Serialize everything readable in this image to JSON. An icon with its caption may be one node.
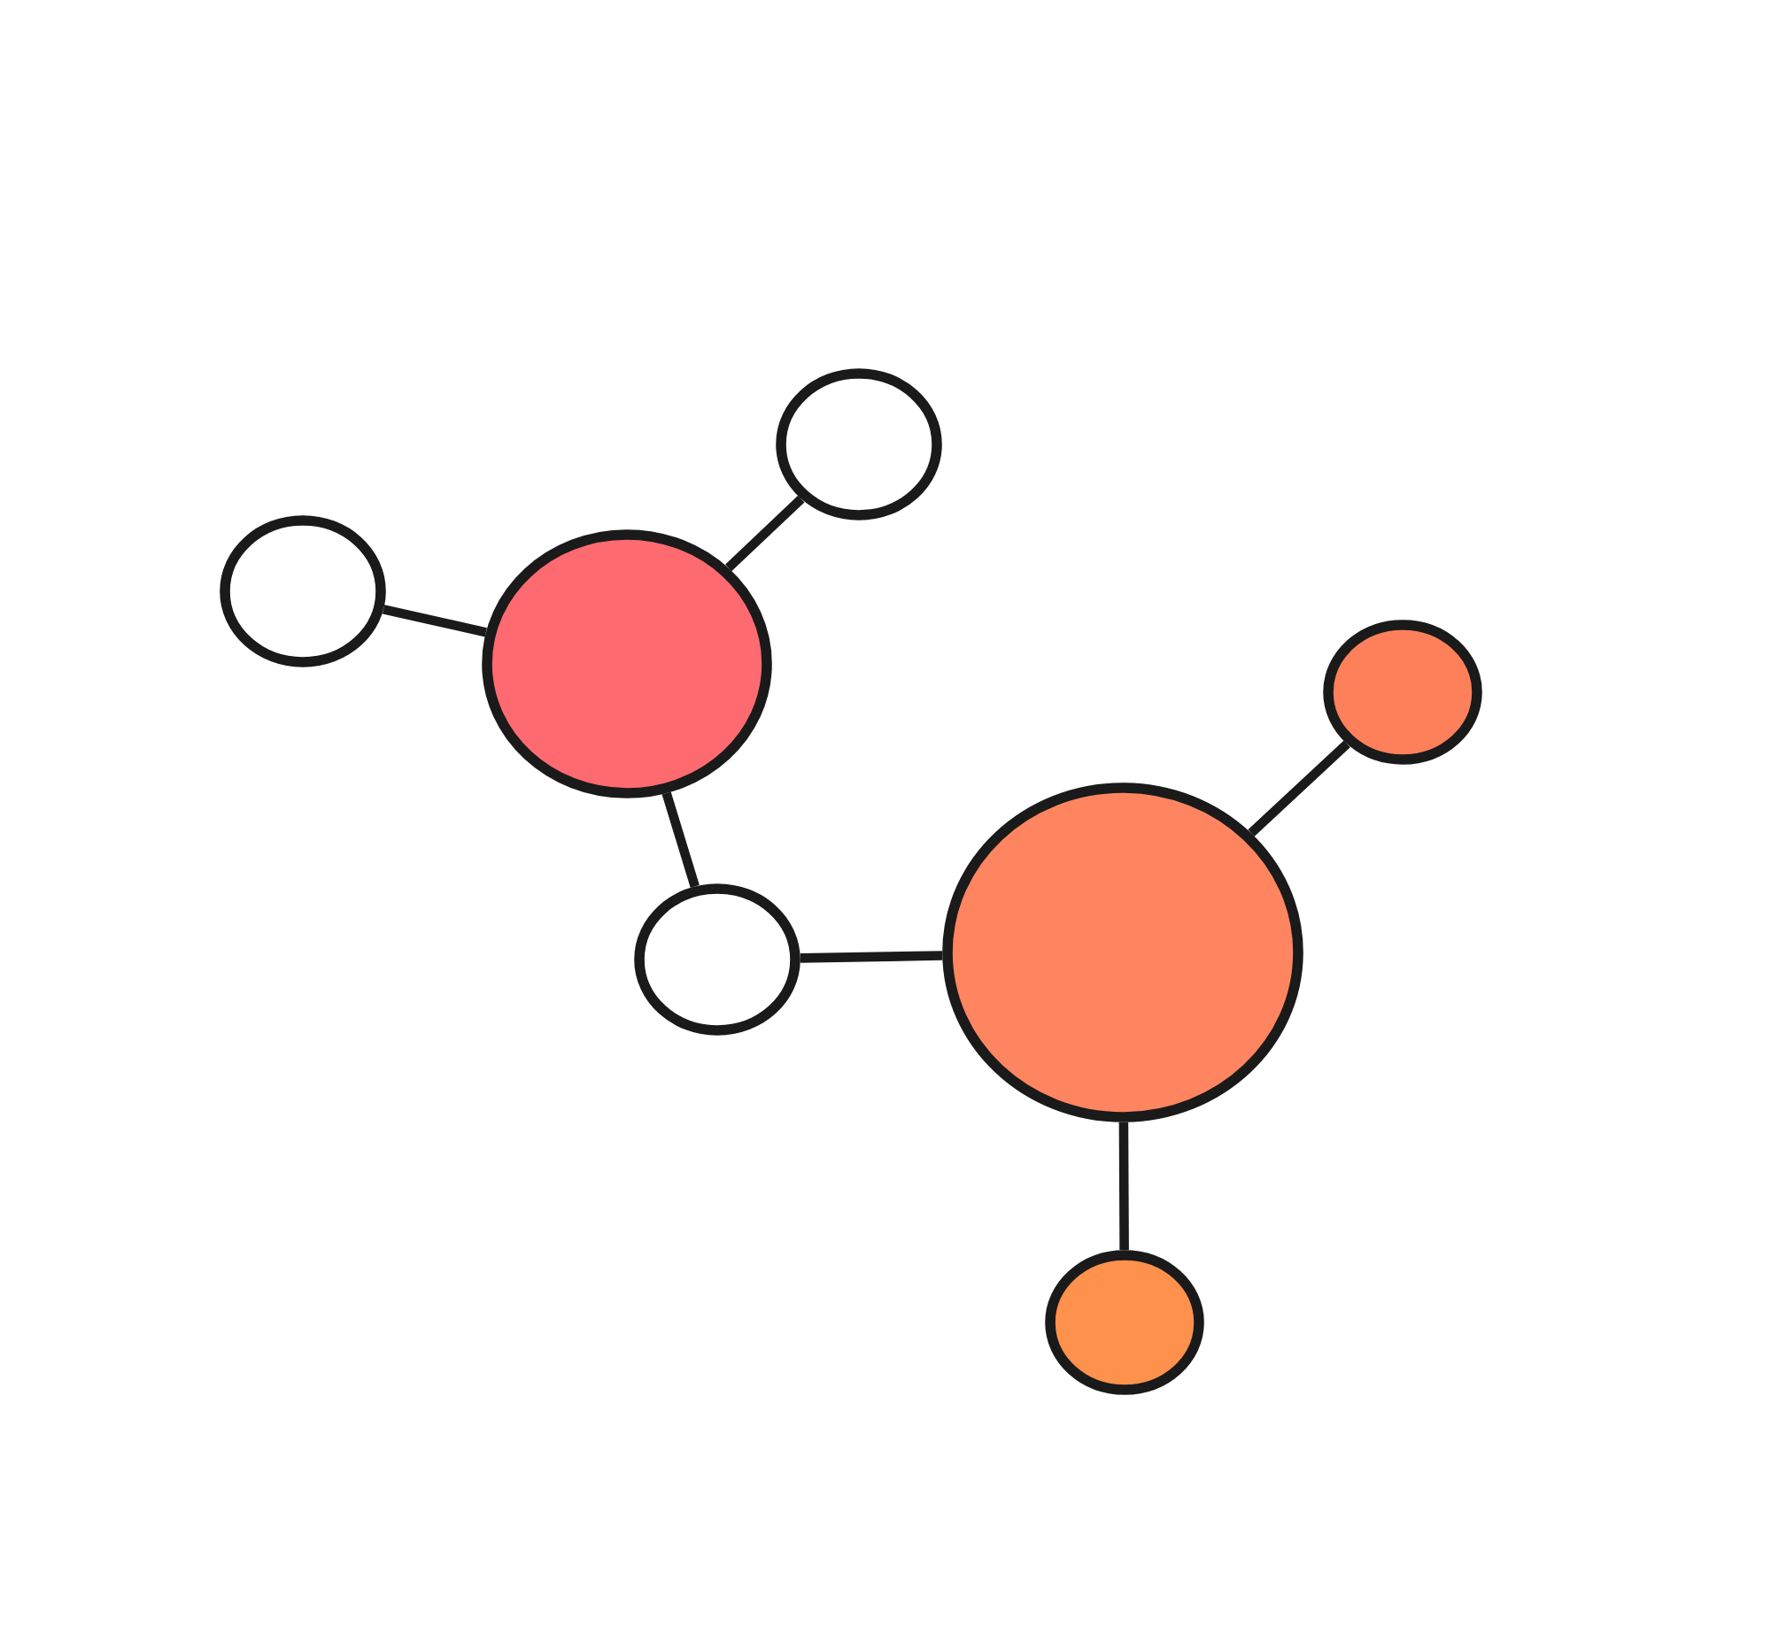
{
  "diagram": {
    "nodes": [
      {
        "text": [],
        "shape": "circle"
      },
      {
        "text": [],
        "shape": "circle"
      },
      {
        "text": [],
        "shape": "circle"
      },
      {
        "text": [],
        "shape": "circle"
      },
      {
        "text": [],
        "shape": "circle"
      },
      {
        "text": [],
        "shape": "circle"
      },
      {
        "text": [],
        "shape": "circle"
      }
    ],
    "edges": [
      {
        "from": 1,
        "to": 2,
        "arrow": "none"
      },
      {
        "from": 0,
        "to": 2,
        "arrow": "none"
      },
      {
        "from": 2,
        "to": 4,
        "arrow": "none"
      },
      {
        "from": 4,
        "to": 5,
        "arrow": "none"
      },
      {
        "from": 5,
        "to": 3,
        "arrow": "none"
      },
      {
        "from": 5,
        "to": 6,
        "arrow": "none"
      }
    ]
  }
}
